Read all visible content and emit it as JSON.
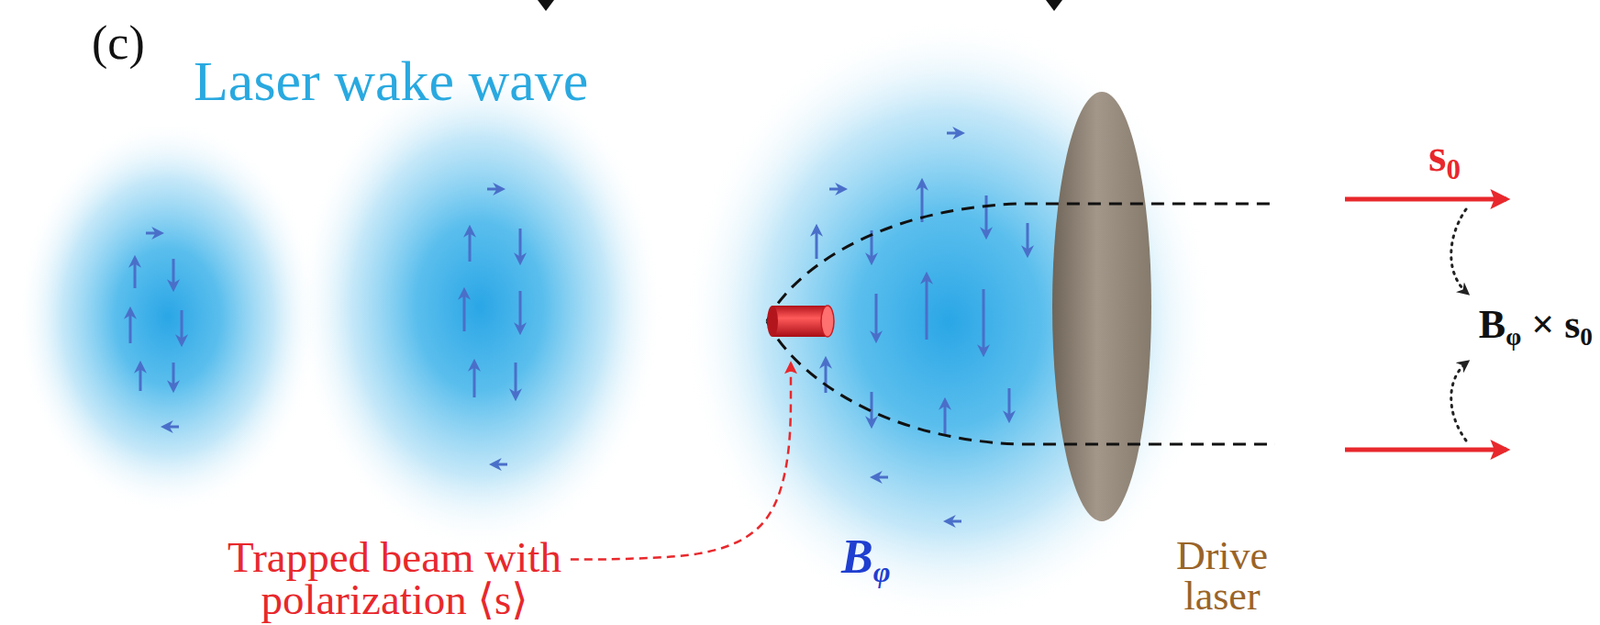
{
  "diagram": {
    "labels": [
      "(c)",
      "Laser wake wave",
      "s0",
      "Bφ × s0",
      "Bφ",
      "Drive laser",
      "Trapped beam with polarization ⟨s⟩"
    ]
  }
}
